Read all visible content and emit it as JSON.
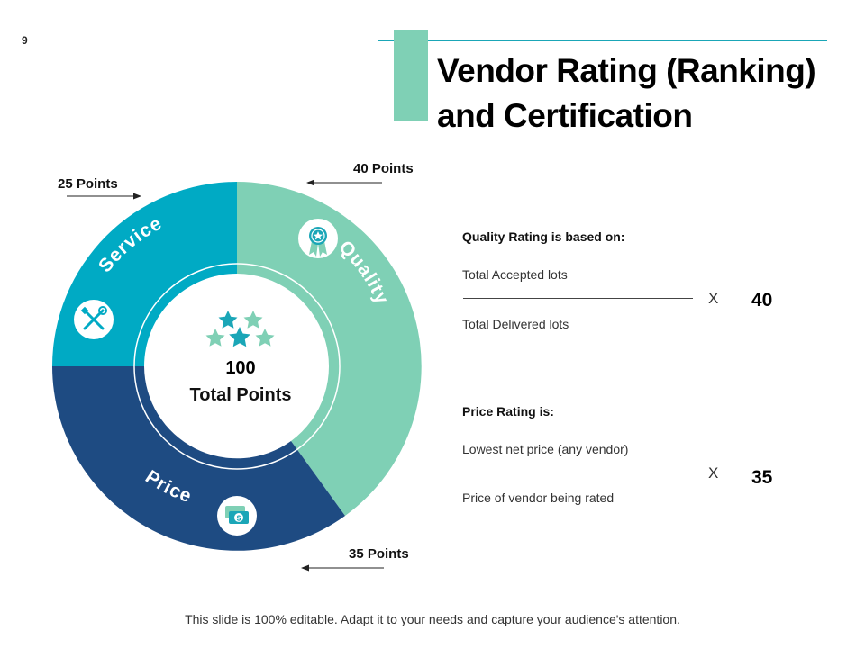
{
  "slide": {
    "number": "9",
    "title_line1": "Vendor Rating (Ranking)",
    "title_line2": "and Certification",
    "footer": "This slide is 100% editable. Adapt it to your needs and capture your audience's attention."
  },
  "donut": {
    "center_number": "100",
    "center_label": "Total Points",
    "segments": [
      {
        "name": "Service",
        "points_label": "25 Points",
        "value": 25,
        "color": "#00aac4",
        "icon": "tools-icon"
      },
      {
        "name": "Quality",
        "points_label": "40 Points",
        "value": 40,
        "color": "#7fd0b5",
        "icon": "award-ribbon-icon"
      },
      {
        "name": "Price",
        "points_label": "35 Points",
        "value": 35,
        "color": "#1e4b82",
        "icon": "money-icon"
      }
    ]
  },
  "quality_rating": {
    "heading": "Quality Rating is based on:",
    "numerator": "Total Accepted lots",
    "denominator": "Total Delivered lots",
    "operator": "X",
    "weight": "40"
  },
  "price_rating": {
    "heading": "Price Rating is:",
    "numerator": "Lowest net price (any vendor)",
    "denominator": "Price of vendor being rated",
    "operator": "X",
    "weight": "35"
  }
}
